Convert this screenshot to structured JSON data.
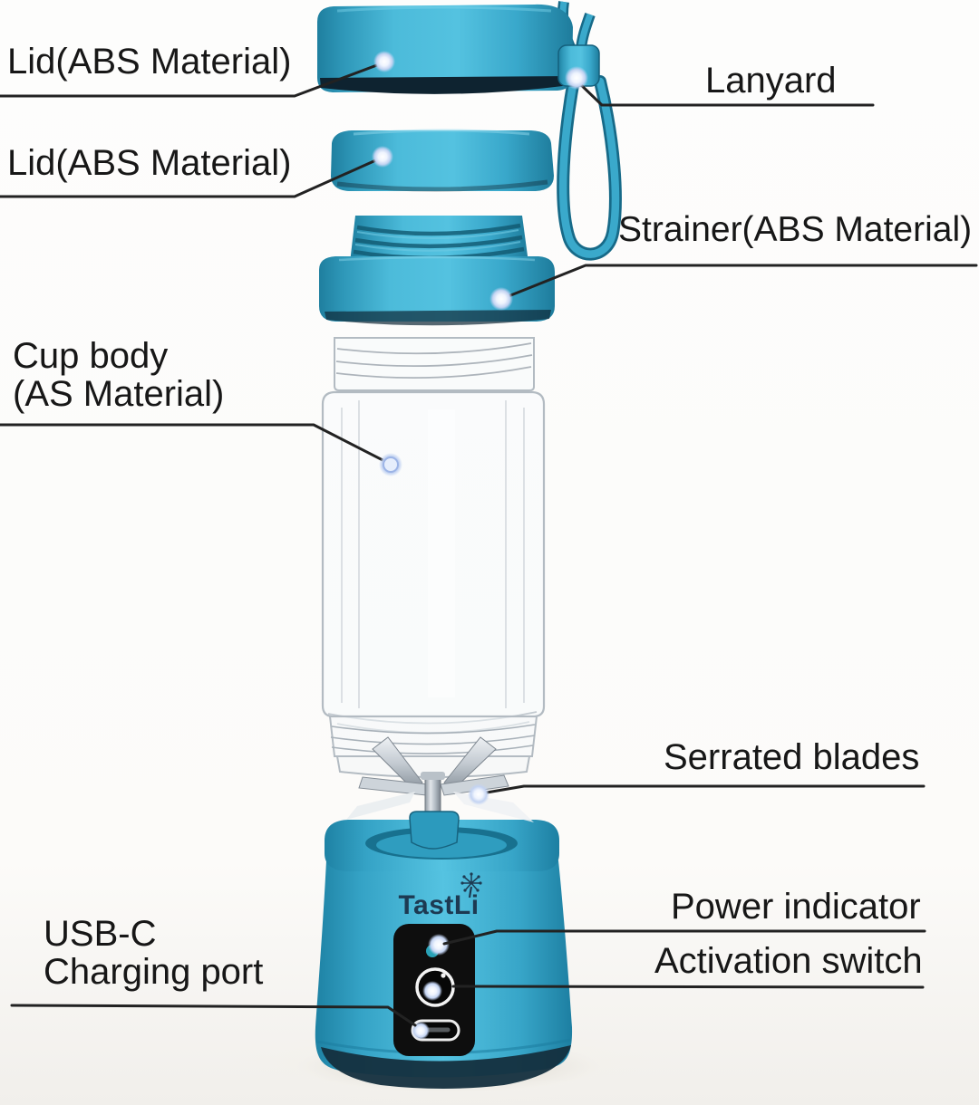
{
  "diagram": {
    "brand": "TastLi",
    "labels": {
      "lid_top": "Lid(ABS Material)",
      "lid_inner": "Lid(ABS Material)",
      "lanyard": "Lanyard",
      "strainer": "Strainer(ABS Material)",
      "cup_body_line1": "Cup body",
      "cup_body_line2": "(AS Material)",
      "serrated_blades": "Serrated blades",
      "power_indicator": "Power indicator",
      "activation_switch": "Activation switch",
      "usb_line1": "USB-C",
      "usb_line2": "Charging port"
    },
    "colors": {
      "product_blue": "#3aabce",
      "product_blue_dark": "#1e7f9f",
      "product_blue_light": "#54c2e0",
      "lid_underside": "#0e2330",
      "panel_black": "#0e0e0e",
      "callout_line": "#222222",
      "indicator_glow": "#e8effd",
      "logo_navy": "#1d3a52"
    }
  }
}
